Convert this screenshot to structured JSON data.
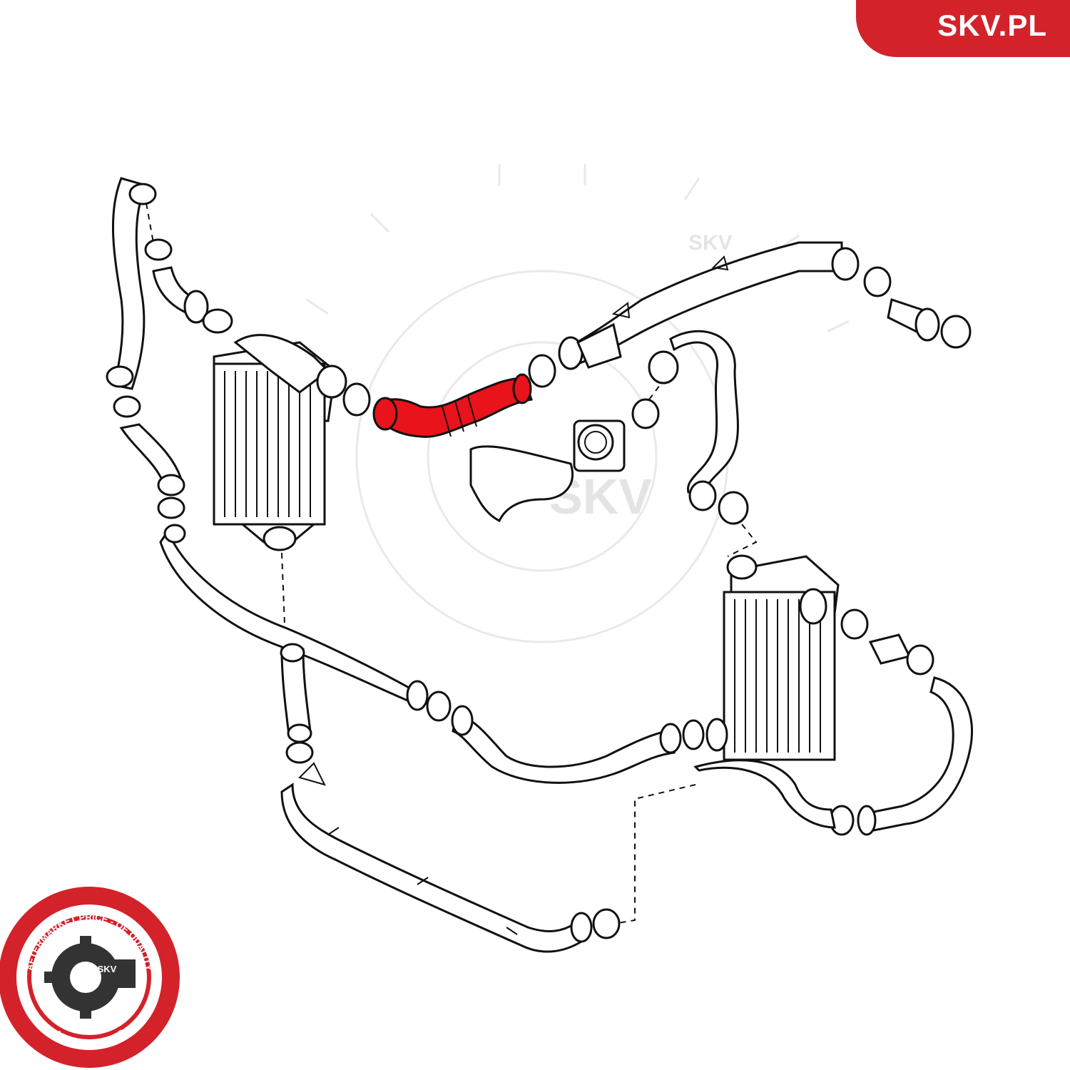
{
  "brand": {
    "site_label": "SKV.PL",
    "accent_color": "#d3222a",
    "watermark_text": "SKV"
  },
  "badge": {
    "ring_text_top": "AFTERMARKET PRICE - OE QUALITY",
    "ring_text_bottom": "AUTO PARTS",
    "center_text": "SKV",
    "icon": "gear-icon"
  },
  "diagram": {
    "highlight_color": "#e8131b",
    "highlighted_part": "charge-air-hose"
  }
}
